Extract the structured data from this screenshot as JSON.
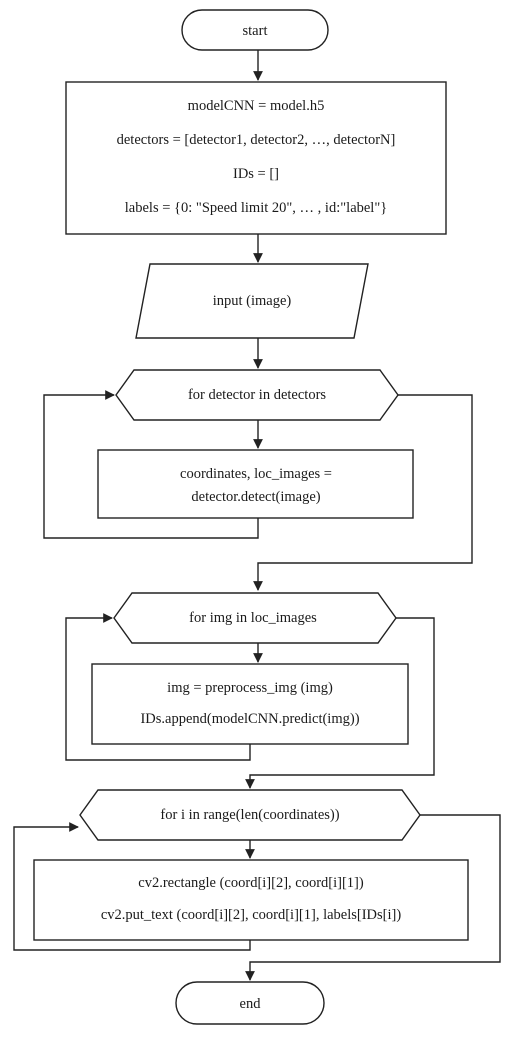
{
  "flowchart": {
    "start": "start",
    "init": {
      "line1": "modelCNN = model.h5",
      "line2": "detectors = [detector1, detector2, …, detectorN]",
      "line3": "IDs = []",
      "line4": "labels = {0: \"Speed limit 20\", … , id:\"label\"}"
    },
    "input": "input (image)",
    "loop1": {
      "header": "for detector in detectors",
      "body_line1": "coordinates, loc_images =",
      "body_line2": "detector.detect(image)"
    },
    "loop2": {
      "header": "for img in loc_images",
      "body_line1": "img = preprocess_img (img)",
      "body_line2": "IDs.append(modelCNN.predict(img))"
    },
    "loop3": {
      "header": "for i in range(len(coordinates))",
      "body_line1": "cv2.rectangle (coord[i][2], coord[i][1])",
      "body_line2": "cv2.put_text (coord[i][2], coord[i][1], labels[IDs[i])"
    },
    "end": "end"
  }
}
